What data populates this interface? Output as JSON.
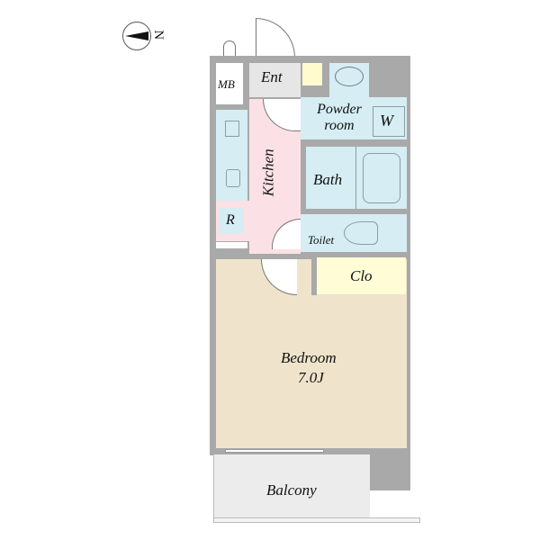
{
  "compass": {
    "label": "N"
  },
  "rooms": {
    "mb": "MB",
    "ent": "Ent",
    "powder_room": "Powder room",
    "washer": "W",
    "kitchen": "Kitchen",
    "bath": "Bath",
    "refrigerator": "R",
    "toilet": "Toilet",
    "closet": "Clo",
    "bedroom": "Bedroom",
    "bedroom_size": "7.0J",
    "balcony": "Balcony"
  },
  "colors": {
    "wall": "#a9a9a9",
    "wet": "#d5edf3",
    "kitchen": "#fbe1e5",
    "bedroom": "#efe4cb",
    "closet": "#fffcd6",
    "entry": "#e6e6e6"
  }
}
